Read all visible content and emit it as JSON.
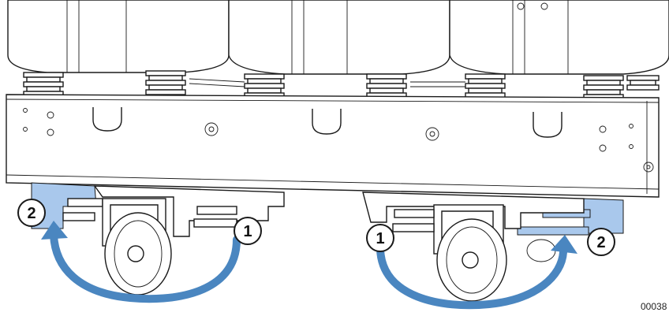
{
  "callouts": {
    "left_inner": "1",
    "left_outer": "2",
    "right_inner": "1",
    "right_outer": "2"
  },
  "reference_number": "00038",
  "colors": {
    "arrow": "#4a86c0",
    "bracket_highlight": "#a9c8ec",
    "line": "#1a1a1a"
  }
}
